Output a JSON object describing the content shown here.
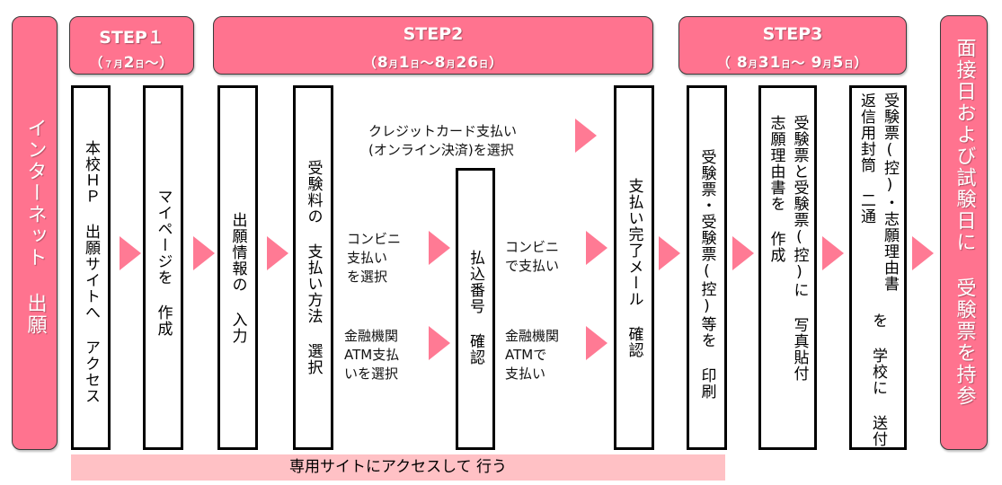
{
  "left_label": "インターネット 出願",
  "right_label": "面接日および試験日に 受験票を持参",
  "steps": [
    {
      "title": "STEP１",
      "date": {
        "open": "（",
        "m1": "７",
        "u1": "月",
        "d1": "2",
        "u2": "日",
        "tilde": "～",
        "close": "）"
      }
    },
    {
      "title": "STEP2",
      "date": {
        "open": "（",
        "m1": "8",
        "u1": "月",
        "d1": "1",
        "u2": "日",
        "tilde": "～",
        "m2": "8",
        "u3": "月",
        "d2": "26",
        "u4": "日",
        "close": "）"
      }
    },
    {
      "title": "STEP3",
      "date": {
        "open": "（ ",
        "m1": "8",
        "u1": "月",
        "d1": "31",
        "u2": "日",
        "tilde": "～ ",
        "m2": "9",
        "u3": "月",
        "d2": "5",
        "u4": "日",
        "close": "）"
      }
    }
  ],
  "boxes": {
    "access": "本校ＨＰ 出願サイトへ アクセス",
    "mypage": "マイページを 作成",
    "input": "出願情報の 入力",
    "payment_method": "受験料の 支払い方法 選択",
    "payment_number": "払込番号 確認",
    "completion_mail": "支払い完了メール 確認",
    "print": "受験票・受験票(控)等を 印刷",
    "photo_col1": "受験票と受験票(控)に 写真貼付",
    "photo_col2": "志願理由書を 作成",
    "send_col1": "受験票(控)・志願理由書",
    "send_col2": "返信用封筒 二通",
    "send_bottom": "を 学校に 送付"
  },
  "options": {
    "credit": "クレジットカード支払い\n(オンライン決済)を選択",
    "convenience_select": "コンビニ\n支払い\nを選択",
    "atm_select": "金融機関\nATM支払\nいを選択",
    "convenience_pay": "コンビニ\nで支払い",
    "atm_pay": "金融機関\nATMで\n支払い"
  },
  "bottom_bar": "専用サイトにアクセスして 行う",
  "colors": {
    "accent_pink": "#ff738f",
    "arrow_pink": "#ff7a94",
    "bar_pink": "#ffc1c5"
  }
}
